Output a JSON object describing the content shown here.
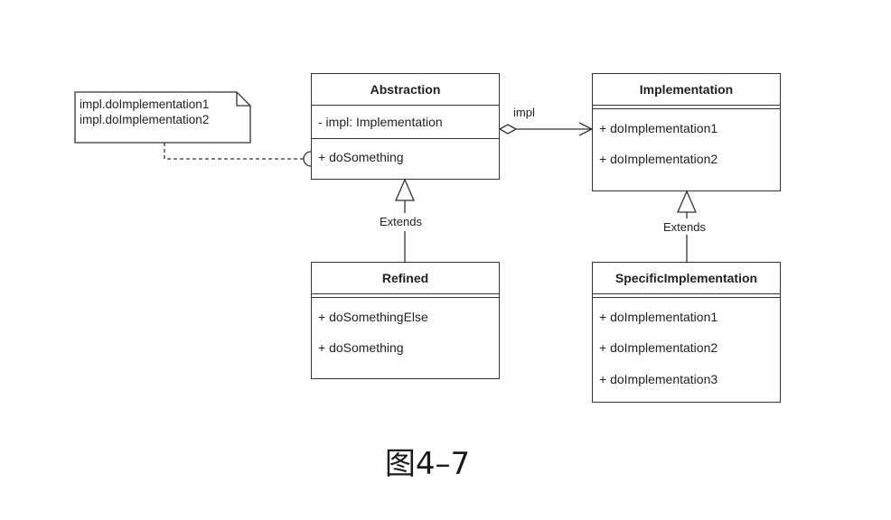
{
  "note": {
    "lines": [
      "impl.doImplementation1",
      "impl.doImplementation2"
    ]
  },
  "classes": {
    "abstraction": {
      "name": "Abstraction",
      "attributes": [
        "- impl: Implementation"
      ],
      "operations": [
        "+ doSomething"
      ]
    },
    "implementation": {
      "name": "Implementation",
      "operations": [
        "+ doImplementation1",
        "+ doImplementation2"
      ]
    },
    "refined": {
      "name": "Refined",
      "operations": [
        "+ doSomethingElse",
        "+ doSomething"
      ]
    },
    "specific": {
      "name": "SpecificImplementation",
      "operations": [
        "+ doImplementation1",
        "+ doImplementation2",
        "+ doImplementation3"
      ]
    }
  },
  "edges": {
    "impl_label": "impl",
    "extends_left": "Extends",
    "extends_right": "Extends"
  },
  "caption": "图4–7"
}
